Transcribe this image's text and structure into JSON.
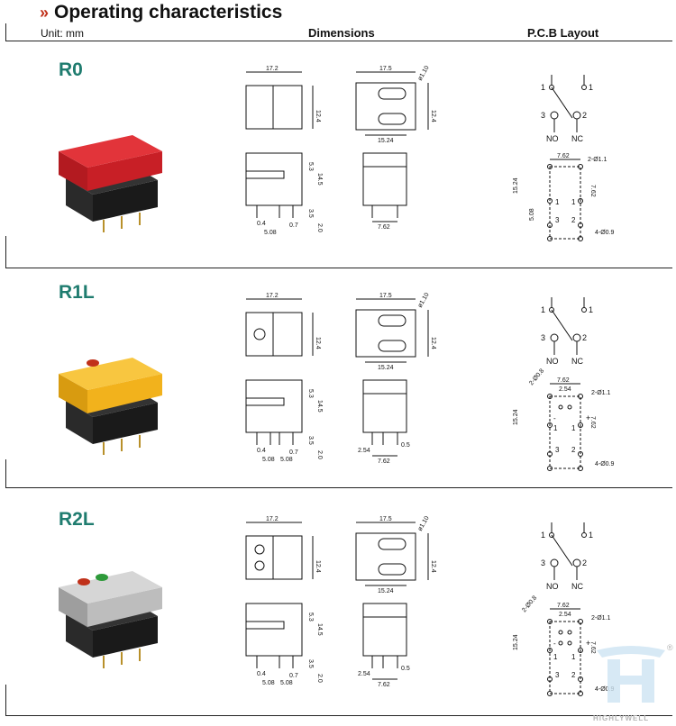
{
  "header": {
    "title": "Operating characteristics",
    "unit": "Unit: mm",
    "col_dimensions": "Dimensions",
    "col_pcb": "P.C.B Layout"
  },
  "sections": [
    {
      "name": "R0",
      "cap_color": "#d8232a",
      "leds": []
    },
    {
      "name": "R1L",
      "cap_color": "#f2b21c",
      "leds": [
        "#c0311a"
      ]
    },
    {
      "name": "R2L",
      "cap_color": "#bdbdbd",
      "leds": [
        "#c0311a",
        "#2e9a3a"
      ]
    }
  ],
  "dims": {
    "w1": "17.2",
    "w2": "17.5",
    "h1": "12.4",
    "h2": "12.4",
    "pin": "ø1.10",
    "pitch_bottom": "15.24",
    "h3": "5.3",
    "h4": "14.5",
    "h5": "3.5",
    "h6": "2.0",
    "p1": "0.4",
    "p2": "5.08",
    "p3": "0.7",
    "p4": "7.62",
    "p5": "2.54",
    "p6": "0.5"
  },
  "pcb": {
    "n1": "1",
    "n2": "1",
    "n3": "3",
    "n4": "2",
    "no": "NO",
    "nc": "NC",
    "w": "7.62",
    "w2": "2.54",
    "hole1": "2-Ø1.1",
    "hole2": "4-Ø0.9",
    "hole3": "2-Ø0.8",
    "h": "15.24",
    "h2": "7.62",
    "h3": "5.08",
    "plus": "+",
    "minus": "-"
  },
  "watermark": {
    "text": "HIGHLYWELL",
    "reg": "®"
  }
}
